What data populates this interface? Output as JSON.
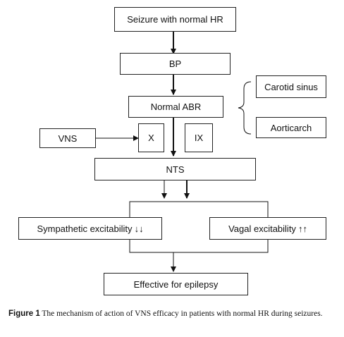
{
  "diagram": {
    "seizure": "Seizure with normal HR",
    "bp": "BP",
    "abr": "Normal ABR",
    "carotid": "Carotid sinus",
    "aorticarch": "Aorticarch",
    "vns": "VNS",
    "x": "X",
    "ix": "IX",
    "nts": "NTS",
    "sympathetic": "Sympathetic excitability",
    "sympathetic_arrows": "↓↓",
    "vagal": "Vagal excitability",
    "vagal_arrows": "↑↑",
    "effective": "Effective for epilepsy"
  },
  "caption": {
    "label": "Figure 1",
    "text": "The mechanism of action of VNS efficacy in patients with normal HR during seizures."
  }
}
